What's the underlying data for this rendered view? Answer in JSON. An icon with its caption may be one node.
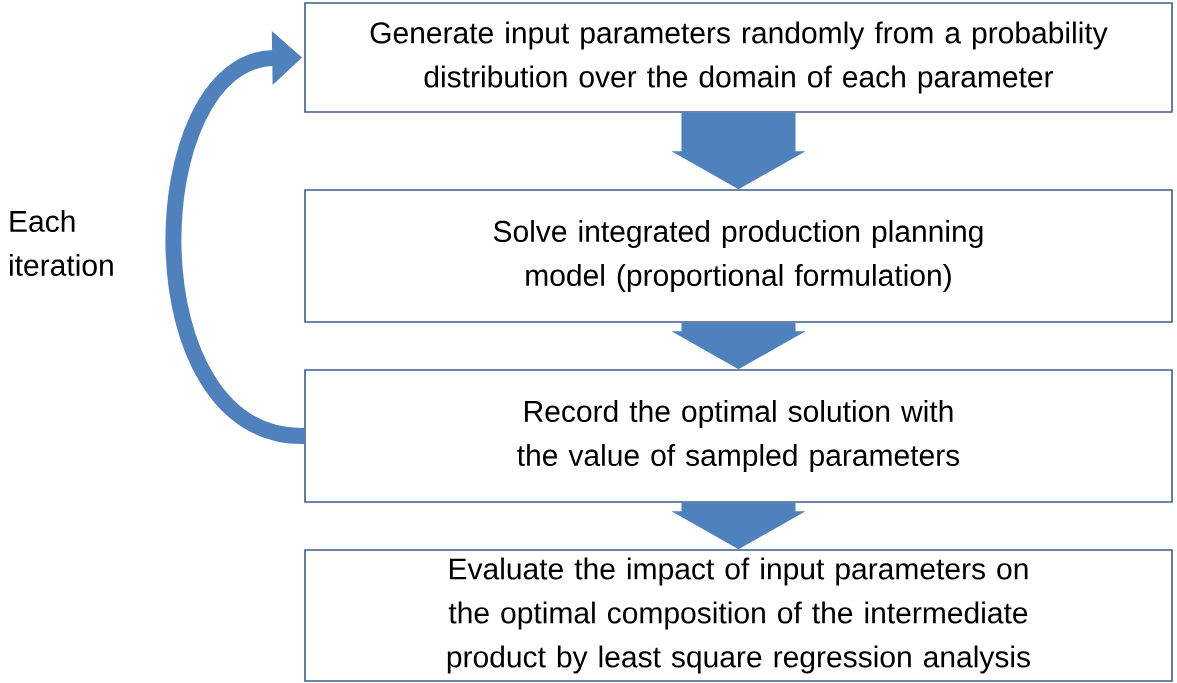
{
  "diagram": {
    "nodes": [
      {
        "text": [
          "Generate input parameters randomly from a probability distribution over the domain of each parameter"
        ]
      },
      {
        "text": [
          "Solve integrated production planning model (proportional formulation)"
        ]
      },
      {
        "text": [
          "Record the optimal solution with the value of sampled parameters"
        ]
      },
      {
        "text": [
          "Evaluate the impact of input parameters on the optimal composition of the intermediate product by least square regression analysis"
        ]
      }
    ],
    "edges": [
      {
        "from": 0,
        "to": 1,
        "arrow": "to"
      },
      {
        "from": 1,
        "to": 2,
        "arrow": "to"
      },
      {
        "from": 2,
        "to": 3,
        "arrow": "to"
      },
      {
        "from": 2,
        "to": 0,
        "arrow": "to",
        "label": "Each iteration"
      }
    ]
  }
}
